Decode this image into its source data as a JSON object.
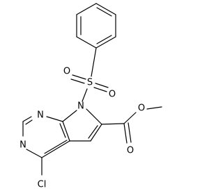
{
  "molecule": {
    "atoms": {
      "sulfur": "S",
      "sulfonyl_oxygen_left": "O",
      "sulfonyl_oxygen_right": "O",
      "pyrrole_nitrogen": "N",
      "pyrimidine_nitrogen_top": "N",
      "pyrimidine_nitrogen_bottom": "N",
      "chlorine": "Cl",
      "carbonyl_oxygen": "O",
      "ester_oxygen": "O"
    }
  }
}
